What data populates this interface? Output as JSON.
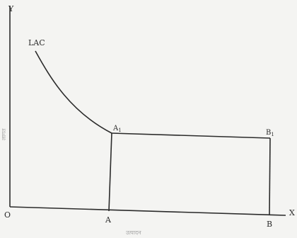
{
  "labels": {
    "y_axis": "Y",
    "x_axis": "X",
    "origin": "O",
    "curve": "LAC",
    "point_a1": "A",
    "point_a1_sub": "1",
    "point_b1": "B",
    "point_b1_sub": "1",
    "foot_a": "A",
    "foot_b": "B",
    "faint_x_caption": "उत्पादन",
    "faint_y_caption": "लागत"
  }
}
